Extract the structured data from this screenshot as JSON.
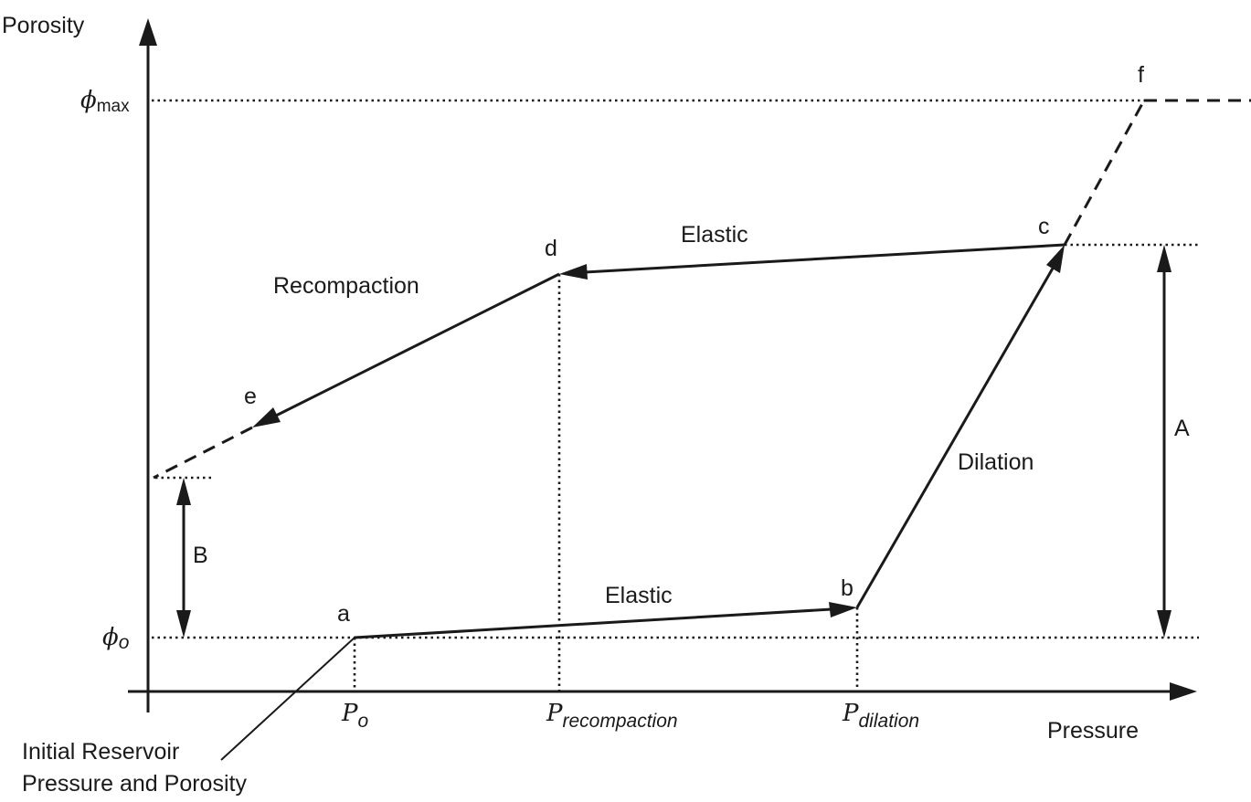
{
  "axes": {
    "y_label": "Porosity",
    "x_label": "Pressure",
    "phi_symbol": "ϕ",
    "phi_max_sub": "max",
    "phi_o_sub": "o",
    "p_symbol": "P",
    "p_o_sub": "o",
    "p_recompaction_sub": "recompaction",
    "p_dilation_sub": "dilation"
  },
  "points": {
    "a": "a",
    "b": "b",
    "c": "c",
    "d": "d",
    "e": "e",
    "f": "f"
  },
  "segments": {
    "elastic_lower": "Elastic",
    "elastic_upper": "Elastic",
    "dilation": "Dilation",
    "recompaction": "Recompaction"
  },
  "dimensions": {
    "a": "A",
    "b": "B"
  },
  "callout": {
    "line1": "Initial Reservoir",
    "line2": "Pressure and Porosity"
  }
}
